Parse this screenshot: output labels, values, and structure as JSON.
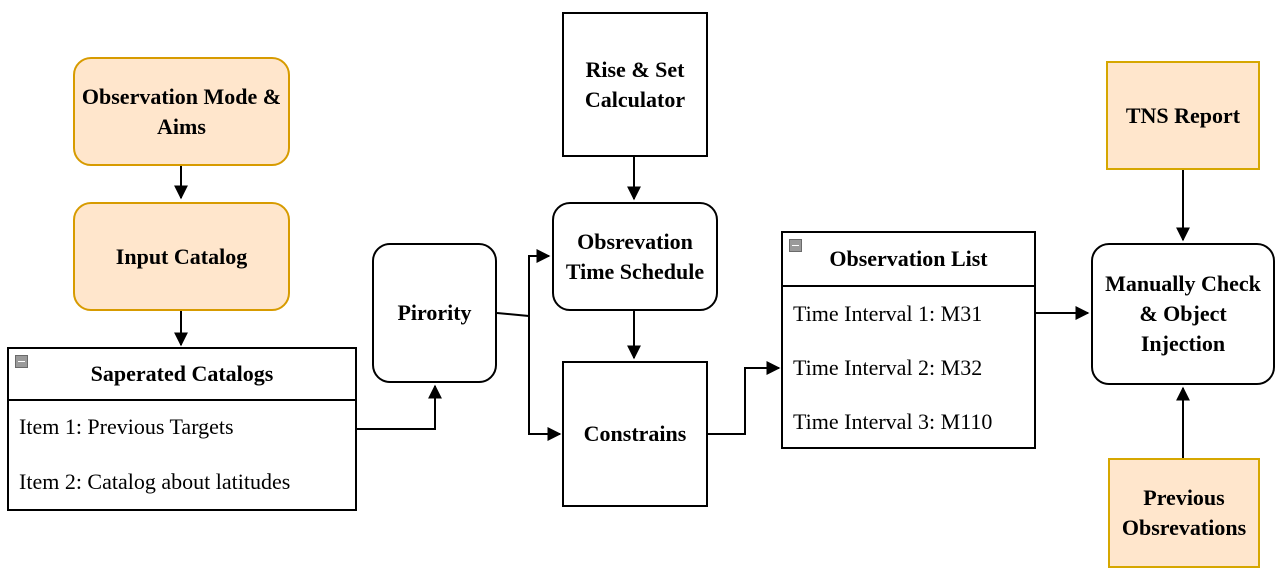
{
  "nodes": {
    "observation_mode": "Observation Mode & Aims",
    "input_catalog": "Input Catalog",
    "pirority": "Pirority",
    "rise_set": "Rise & Set Calculator",
    "time_schedule": "Obsrevation Time Schedule",
    "constrains": "Constrains",
    "tns_report": "TNS Report",
    "manual_check": "Manually Check & Object Injection",
    "previous_obs": "Previous Obsrevations"
  },
  "saperated_catalogs": {
    "title": "Saperated Catalogs",
    "items": [
      "Item 1: Previous Targets",
      "Item 2: Catalog about latitudes"
    ]
  },
  "observation_list": {
    "title": "Observation List",
    "items": [
      "Time Interval 1: M31",
      "Time Interval 2: M32",
      "Time Interval 3: M110"
    ]
  },
  "colors": {
    "input_fill": "#ffe6cc",
    "input_border": "#d79b00",
    "stroke": "#000000"
  }
}
